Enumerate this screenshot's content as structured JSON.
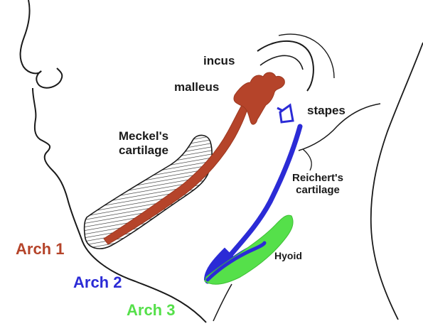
{
  "labels": {
    "incus": "incus",
    "malleus": "malleus",
    "stapes": "stapes",
    "meckels_line1": "Meckel's",
    "meckels_line2": "cartilage",
    "reicherts_line1": "Reichert's",
    "reicherts_line2": "cartilage",
    "hyoid": "Hyoid",
    "arch1": "Arch 1",
    "arch2": "Arch 2",
    "arch3": "Arch 3"
  },
  "colors": {
    "arch1": "#b5442a",
    "arch2": "#2b2bd6",
    "arch3": "#55e04a",
    "outline": "#1a1a1a",
    "hatch": "#333333",
    "hatch_fill": "#ececec"
  }
}
